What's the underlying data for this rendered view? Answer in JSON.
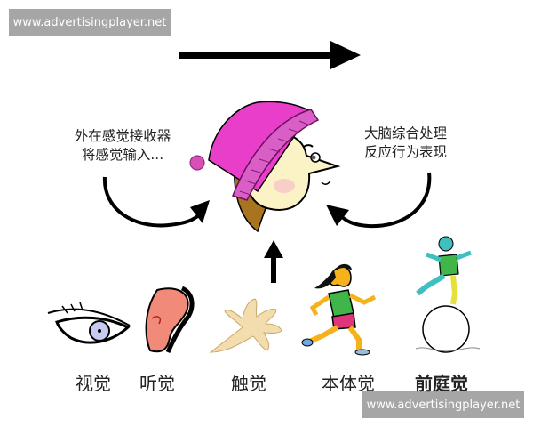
{
  "watermarks": {
    "top_left": "www.advertisingplayer.net",
    "bottom_right": "www.advertisingplayer.net"
  },
  "captions": {
    "left_line1": "外在感觉接收器",
    "left_line2": "将感觉输入...",
    "right_line1": "大脑综合处理",
    "right_line2": "反应行为表现"
  },
  "senses": [
    {
      "label": "视觉",
      "icon": "eye-icon"
    },
    {
      "label": "听觉",
      "icon": "ear-icon"
    },
    {
      "label": "触觉",
      "icon": "hand-icon"
    },
    {
      "label": "本体觉",
      "icon": "runner-icon"
    },
    {
      "label": "前庭觉",
      "icon": "ball-balance-icon"
    }
  ],
  "colors": {
    "hat": "#e83ec9",
    "hat_band": "#d95fc6",
    "hair": "#a9741f",
    "skin": "#fbf3c6",
    "ear": "#f28a7a",
    "hand": "#f3dcae",
    "runner_shirt": "#3fb54a",
    "runner_shorts": "#e0357a",
    "runner_skin": "#f6b21a",
    "watermark_bg": "#a6a6a6"
  }
}
